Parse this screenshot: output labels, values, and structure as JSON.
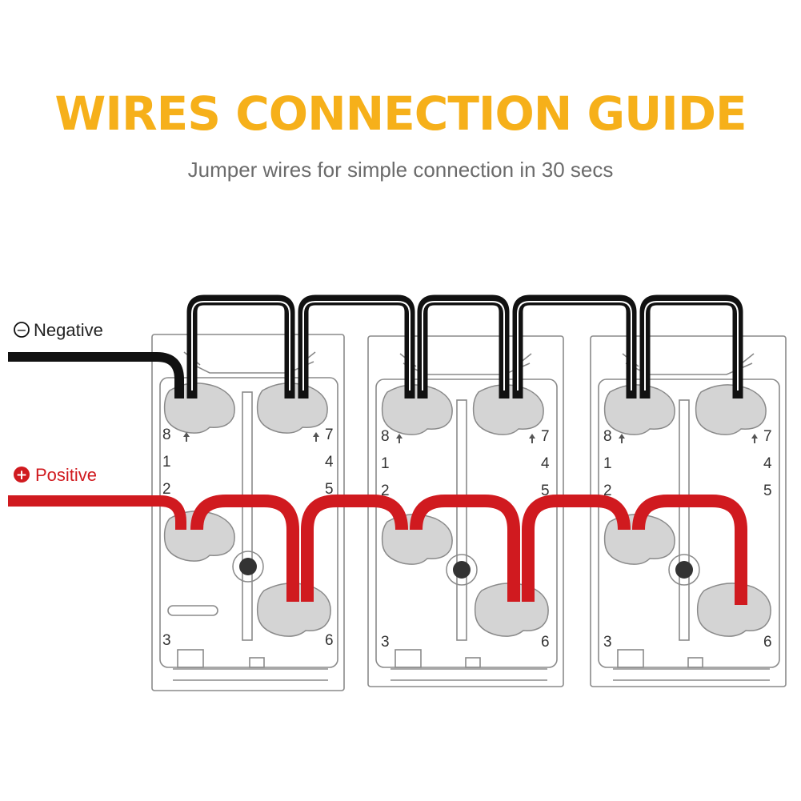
{
  "header": {
    "title": "WIRES CONNECTION GUIDE",
    "subtitle": "Jumper wires for simple connection in 30 secs"
  },
  "legend": {
    "negative_symbol": "−",
    "negative_label": "Negative",
    "positive_symbol": "+",
    "positive_label": "Positive"
  },
  "colors": {
    "title": "#f6b01a",
    "negative_wire": "#111111",
    "positive_wire": "#d01a1f",
    "outline": "#8a8a8a",
    "terminal": "#d4d4d4"
  },
  "switches": [
    {
      "pins": {
        "p8": "8",
        "p7": "7",
        "p1": "1",
        "p4": "4",
        "p2": "2",
        "p5": "5",
        "p3": "3",
        "p6": "6"
      }
    },
    {
      "pins": {
        "p8": "8",
        "p7": "7",
        "p1": "1",
        "p4": "4",
        "p2": "2",
        "p5": "5",
        "p3": "3",
        "p6": "6"
      }
    },
    {
      "pins": {
        "p8": "8",
        "p7": "7",
        "p1": "1",
        "p4": "4",
        "p2": "2",
        "p5": "5",
        "p3": "3",
        "p6": "6"
      }
    }
  ]
}
